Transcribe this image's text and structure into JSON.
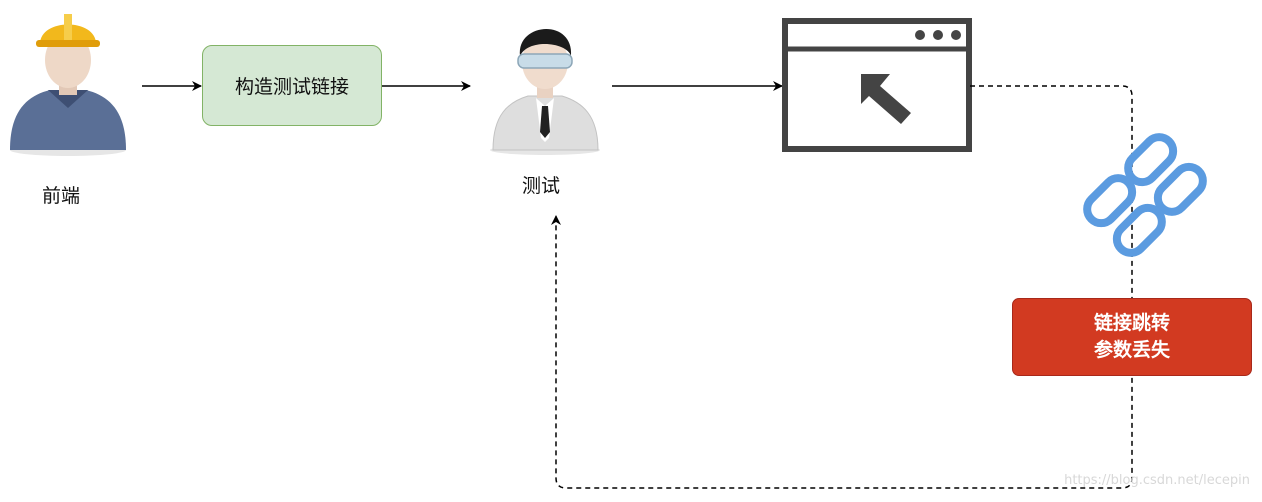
{
  "nodes": {
    "frontend": {
      "label": "前端"
    },
    "construct": {
      "label": "构造测试链接"
    },
    "tester": {
      "label": "测试"
    },
    "warning": {
      "line1": "链接跳转",
      "line2": "参数丢失"
    }
  },
  "watermark": "https://blog.csdn.net/lecepin",
  "colors": {
    "green_fill": "#d5e8d4",
    "green_stroke": "#82b366",
    "warning_fill": "#d23a21",
    "link_icon": "#5b9be0",
    "browser_icon": "#444444"
  }
}
